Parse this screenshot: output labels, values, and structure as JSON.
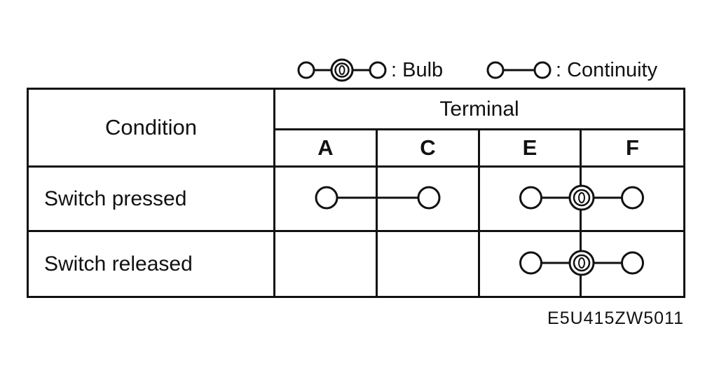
{
  "legend": {
    "items": [
      {
        "icon": "bulb-symbol",
        "label": ": Bulb"
      },
      {
        "icon": "continuity-symbol",
        "label": ": Continuity"
      }
    ]
  },
  "table": {
    "condition_header": "Condition",
    "terminal_header": "Terminal",
    "terminal_columns": [
      "A",
      "C",
      "E",
      "F"
    ],
    "rows": [
      {
        "condition": "Switch pressed",
        "connections": [
          {
            "type": "continuity",
            "from": "A",
            "to": "C"
          },
          {
            "type": "bulb",
            "from": "E",
            "to": "F"
          }
        ]
      },
      {
        "condition": "Switch released",
        "connections": [
          {
            "type": "bulb",
            "from": "E",
            "to": "F"
          }
        ]
      }
    ]
  },
  "figure_code": "E5U415ZW5011",
  "colors": {
    "ink": "#111111",
    "background": "#ffffff"
  }
}
